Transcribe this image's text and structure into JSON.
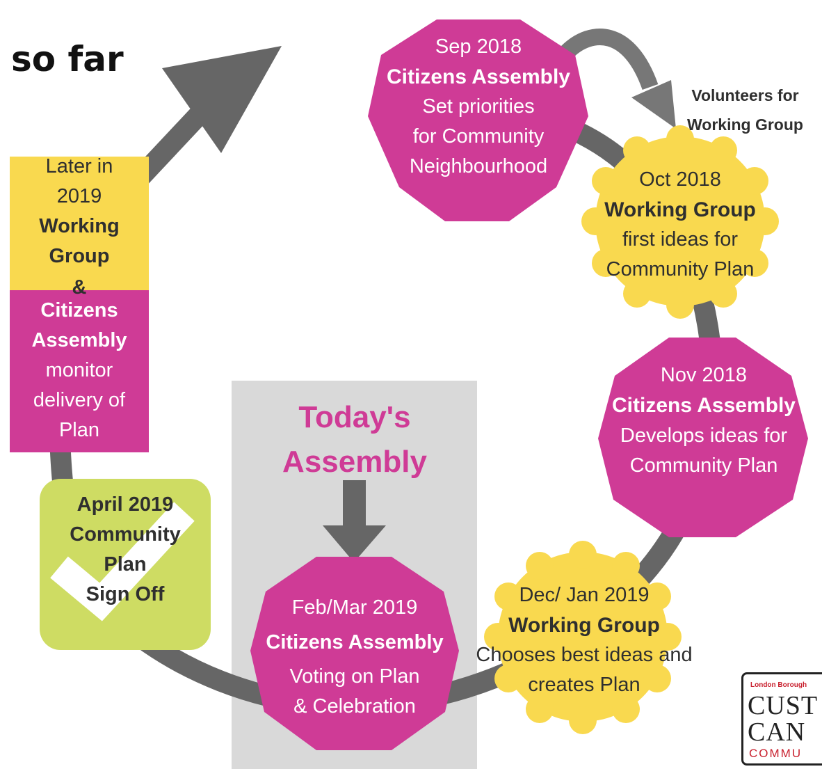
{
  "heading": "so far",
  "volunteers": {
    "line1": "Volunteers for",
    "line2": "Working Group"
  },
  "today": {
    "line1": "Today's",
    "line2": "Assembly"
  },
  "stages": {
    "sep": {
      "date": "Sep 2018",
      "title": "Citizens Assembly",
      "line1": "Set priorities",
      "line2": "for Community",
      "line3": "Neighbourhood"
    },
    "oct": {
      "date": "Oct 2018",
      "title": "Working Group",
      "line1": "first ideas for",
      "line2": "Community Plan"
    },
    "nov": {
      "date": "Nov 2018",
      "title": "Citizens Assembly",
      "line1": "Develops ideas for",
      "line2": "Community Plan"
    },
    "dec": {
      "date": "Dec/ Jan 2019",
      "title": "Working Group",
      "line1": "Chooses best ideas and",
      "line2": "creates Plan"
    },
    "feb": {
      "date": "Feb/Mar 2019",
      "title": "Citizens Assembly",
      "line1": "Voting on Plan",
      "line2": "& Celebration"
    },
    "april": {
      "line1": "April 2019",
      "line2": "Community",
      "line3": "Plan",
      "line4": "Sign Off"
    },
    "later": {
      "line1": "Later in",
      "line2": "2019",
      "line3": "Working",
      "line4": "Group",
      "line5": "&",
      "line6": "Citizens",
      "line7": "Assembly",
      "line8": "monitor",
      "line9": "delivery of",
      "line10": "Plan"
    }
  },
  "logo": {
    "small": "London Borough",
    "line1": "CUST",
    "line2": "CAN",
    "line3": "COMMU"
  },
  "colors": {
    "magenta": "#cf3b96",
    "yellow": "#f9d94f",
    "green": "#cedc63",
    "grey_box": "#d9d9d9",
    "arrow": "#666666"
  }
}
